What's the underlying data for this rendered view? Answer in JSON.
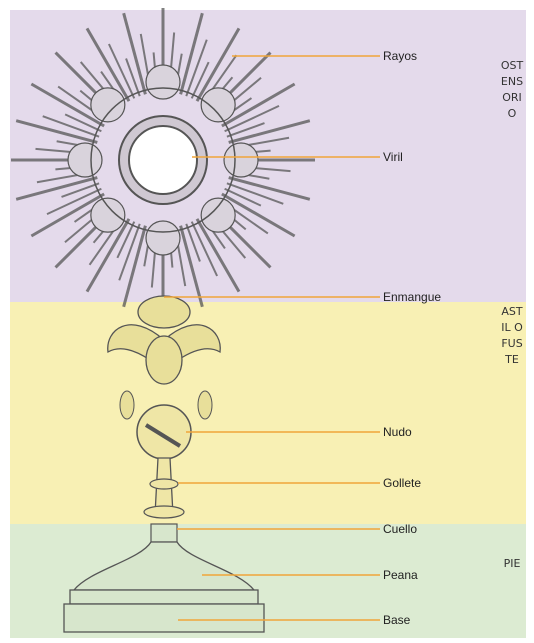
{
  "colors": {
    "ostensorio_band": "#e4daeb",
    "astil_band": "#f8f0b4",
    "pie_band": "#dcebd2",
    "leader_line": "#f0a53a",
    "drawing_stroke": "#555555"
  },
  "parts": [
    {
      "id": "rayos",
      "label": "Rayos"
    },
    {
      "id": "viril",
      "label": "Viril"
    },
    {
      "id": "enmangue",
      "label": "Enmangue"
    },
    {
      "id": "nudo",
      "label": "Nudo"
    },
    {
      "id": "gollete",
      "label": "Gollete"
    },
    {
      "id": "cuello",
      "label": "Cuello"
    },
    {
      "id": "peana",
      "label": "Peana"
    },
    {
      "id": "base",
      "label": "Base"
    }
  ],
  "sections": [
    {
      "id": "ostensorio",
      "label": "OSTENSORIO"
    },
    {
      "id": "astil",
      "label": "ASTIL O FUSTE"
    },
    {
      "id": "pie",
      "label": "PIE"
    }
  ]
}
